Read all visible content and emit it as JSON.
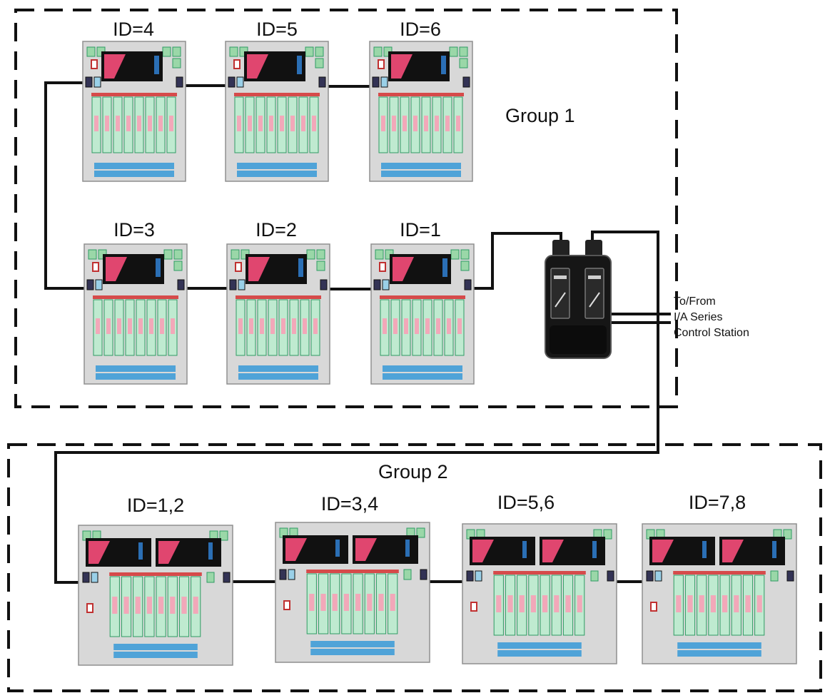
{
  "colors": {
    "module_frame": "#d8d8d8",
    "module_outline": "#8f8f8f",
    "terminal_green": "#9ad7a8",
    "terminal_green_dark": "#2f9b63",
    "slot_green": "#bfead0",
    "slot_pink": "#f2a8b9",
    "base_blue": "#4fa3d8",
    "fbm_black": "#111111",
    "fbm_pink": "#e0466f",
    "cable": "#111111",
    "boundary": "#111111"
  },
  "groups": {
    "group1": {
      "label": "Group 1"
    },
    "group2": {
      "label": "Group 2"
    }
  },
  "group1_modules": [
    {
      "id_label": "ID=4"
    },
    {
      "id_label": "ID=5"
    },
    {
      "id_label": "ID=6"
    },
    {
      "id_label": "ID=3"
    },
    {
      "id_label": "ID=2"
    },
    {
      "id_label": "ID=1"
    }
  ],
  "group2_modules": [
    {
      "id_label": "ID=1,2"
    },
    {
      "id_label": "ID=3,4"
    },
    {
      "id_label": "ID=5,6"
    },
    {
      "id_label": "ID=7,8"
    }
  ],
  "control_station": {
    "label_lines": [
      "To/From",
      "I/A Series",
      "Control Station"
    ],
    "device_icon": "fieldbus-splitter-icon"
  }
}
